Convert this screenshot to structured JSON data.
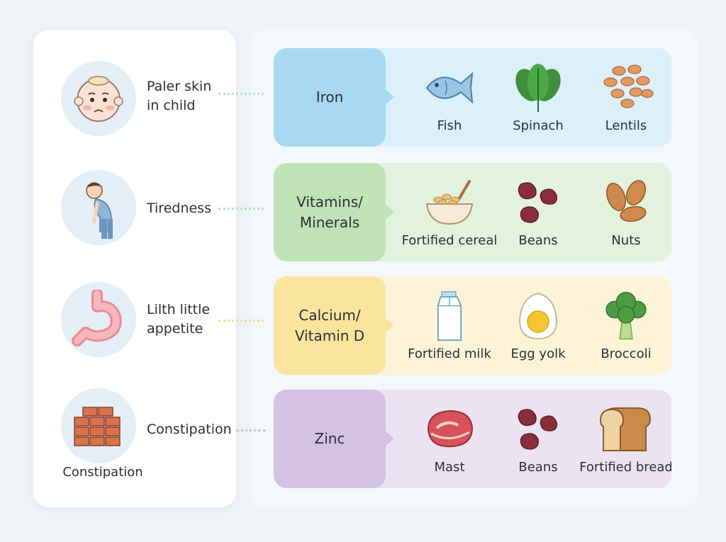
{
  "rows": [
    {
      "symptom": "Paler skin\nin child",
      "symptom_icon": "pale-child-face-icon",
      "nutrient": "Iron",
      "colors": {
        "band": "#dcf0fa",
        "tag": "#a7d9f2",
        "dots": "#b6dfe6"
      },
      "foods": [
        {
          "label": "Fish",
          "icon": "fish-icon"
        },
        {
          "label": "Spinach",
          "icon": "spinach-icon"
        },
        {
          "label": "Lentils",
          "icon": "lentils-icon"
        }
      ]
    },
    {
      "symptom": "Tiredness",
      "symptom_icon": "tired-person-icon",
      "nutrient": "Vitamins/\nMinerals",
      "colors": {
        "band": "#e2f2de",
        "tag": "#bfe3b6",
        "dots": "#bfe0b5"
      },
      "foods": [
        {
          "label": "Fortified cereal",
          "icon": "cereal-bowl-icon"
        },
        {
          "label": "Beans",
          "icon": "beans-icon"
        },
        {
          "label": "Nuts",
          "icon": "nuts-icon"
        }
      ]
    },
    {
      "symptom": "Lilth little\nappetite",
      "symptom_icon": "stomach-icon",
      "nutrient": "Calcium/\nVitamin D",
      "colors": {
        "band": "#fdf4d8",
        "tag": "#fbe59e",
        "dots": "#f3dd8f"
      },
      "foods": [
        {
          "label": "Fortified milk",
          "icon": "milk-carton-icon"
        },
        {
          "label": "Egg yolk",
          "icon": "egg-icon"
        },
        {
          "label": "Broccoli",
          "icon": "broccoli-icon"
        }
      ]
    },
    {
      "symptom": "Constipation",
      "symptom_icon": "bricks-icon",
      "nutrient": "Zinc",
      "colors": {
        "band": "#ece3f2",
        "tag": "#d4c1e4",
        "dots": "#c9c2d8"
      },
      "foods": [
        {
          "label": "Mast",
          "icon": "meat-icon"
        },
        {
          "label": "Beans",
          "icon": "beans-icon"
        },
        {
          "label": "Fortified bread",
          "icon": "bread-icon"
        }
      ]
    }
  ],
  "bottom_caption": "Constipation"
}
